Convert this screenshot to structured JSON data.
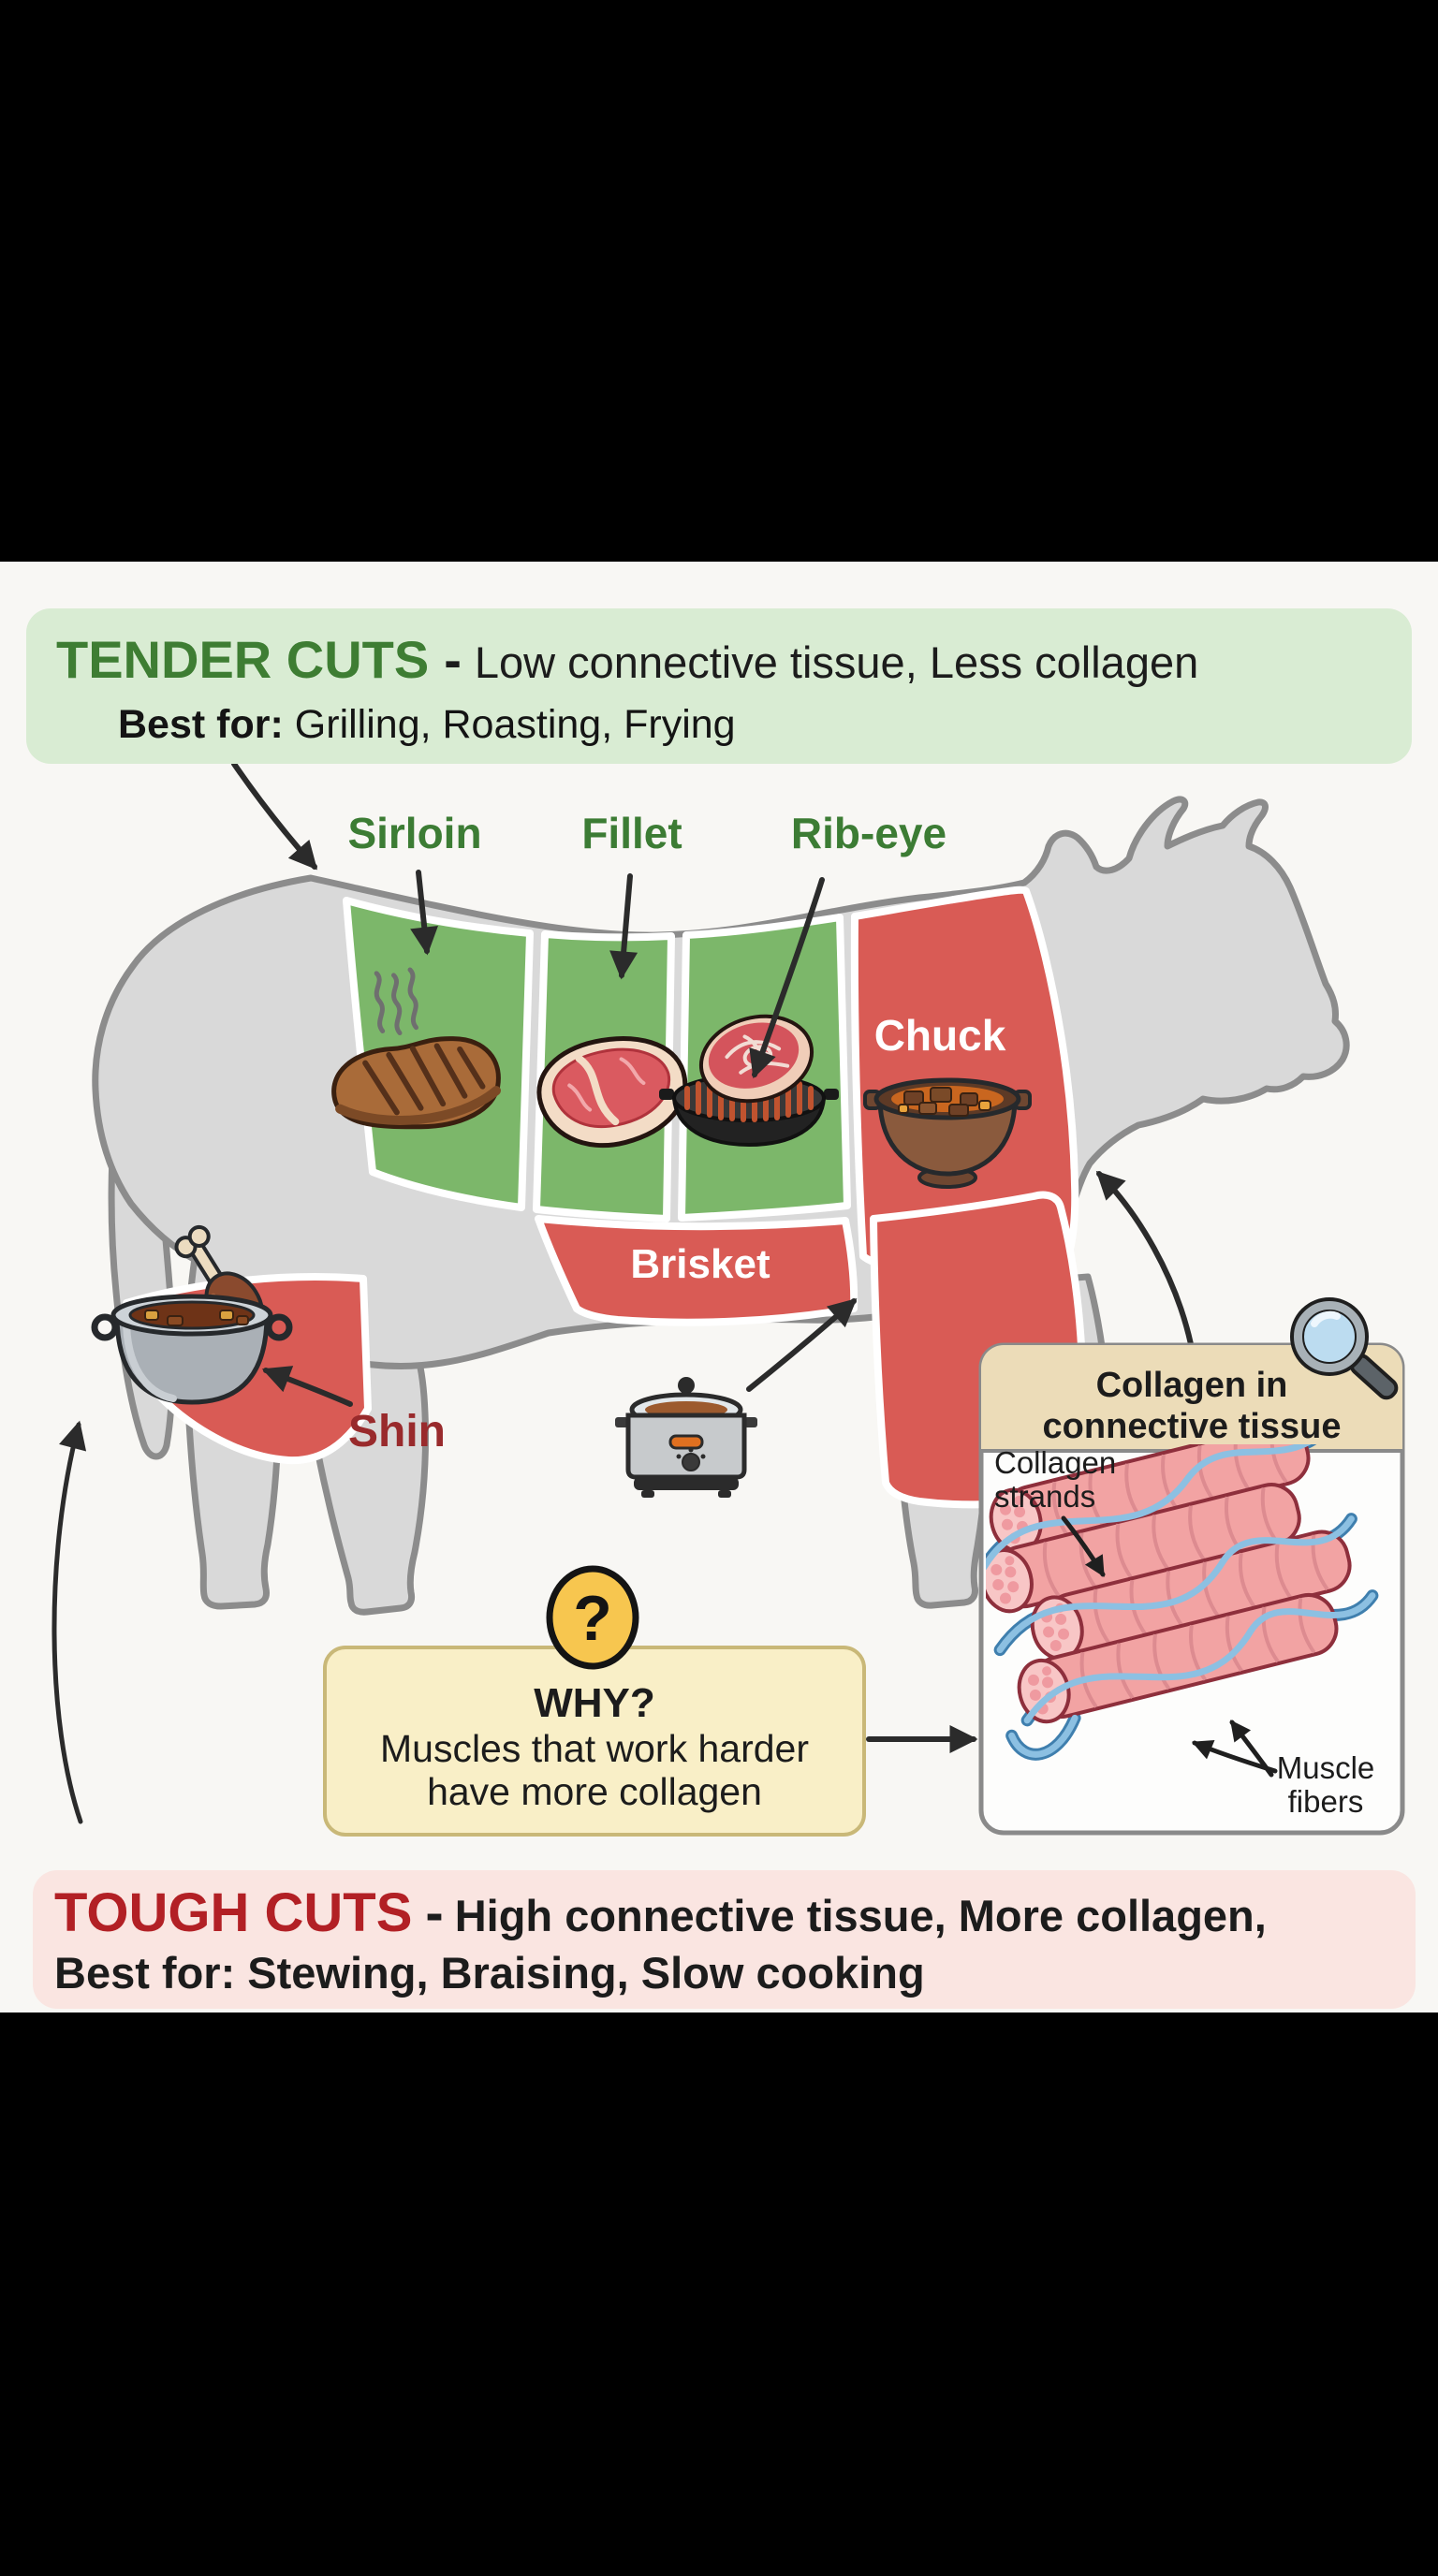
{
  "page": {
    "background": "#000000",
    "content_background": "#f8f7f4"
  },
  "tender_box": {
    "title": "TENDER CUTS",
    "dash": "-",
    "description": "Low connective tissue, Less collagen",
    "best_label": "Best for:",
    "best_value": "Grilling, Roasting, Frying",
    "bg": "#d9ecd3",
    "title_color": "#3e7d33"
  },
  "tough_box": {
    "title": "TOUGH CUTS",
    "dash": "-",
    "description": "High connective tissue, More collagen,",
    "best_line": "Best for: Stewing, Braising, Slow cooking",
    "bg": "#fae5e1",
    "title_color": "#b22025"
  },
  "cuts": {
    "tender_labels": [
      {
        "name": "Sirloin"
      },
      {
        "name": "Fillet"
      },
      {
        "name": "Rib-eye"
      }
    ],
    "tough_labels": [
      {
        "name": "Chuck"
      },
      {
        "name": "Brisket"
      },
      {
        "name": "Shin"
      }
    ],
    "label_green": "#3c7c34",
    "label_dark_red": "#992a2c",
    "label_white": "#ffffff",
    "section_green": "#7cb76a",
    "section_red": "#d95b55"
  },
  "why_box": {
    "icon": "?",
    "title": "WHY?",
    "line1": "Muscles that work harder",
    "line2": "have more collagen",
    "bg": "#f9efc7",
    "border": "#c9b878",
    "badge_bg": "#f7c64f"
  },
  "collagen_box": {
    "title_line1": "Collagen in",
    "title_line2": "connective tissue",
    "header_bg": "#ecdcb8",
    "strands_label_line1": "Collagen",
    "strands_label_line2": "strands",
    "fibers_label_line1": "Muscle",
    "fibers_label_line2": "fibers",
    "fiber_pink": "#f2a3a3",
    "strand_blue": "#8cc0e2"
  },
  "cow": {
    "body_fill": "#d9d9d9",
    "outline": "#8c8c8c"
  },
  "icons": [
    "steam-steak-icon",
    "raw-steak-icon",
    "grill-steak-icon",
    "stew-pot-icon",
    "shin-pot-icon",
    "slow-cooker-icon",
    "question-icon",
    "magnifier-icon"
  ]
}
